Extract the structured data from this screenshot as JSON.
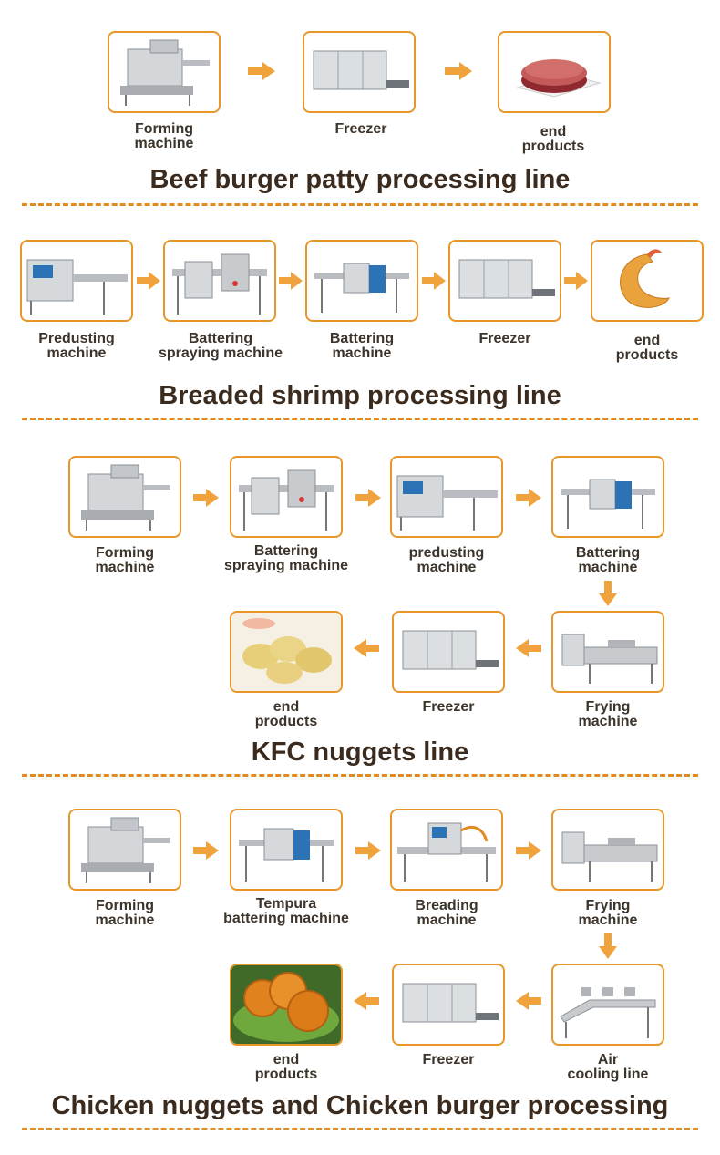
{
  "colors": {
    "accent": "#e8962a",
    "divider": "#e08a20",
    "title": "#3b2b1e"
  },
  "sections": [
    {
      "title": "Beef burger patty processing line",
      "steps": [
        {
          "label": "Forming\nmachine",
          "image": "forming-machine"
        },
        {
          "label": "Freezer",
          "image": "freezer"
        },
        {
          "label": "end\nproducts",
          "image": "burger-patty"
        }
      ]
    },
    {
      "title": "Breaded shrimp processing line",
      "steps": [
        {
          "label": "Predusting\nmachine",
          "image": "predusting-machine"
        },
        {
          "label": "Battering\nspraying machine",
          "image": "battering-spraying-machine"
        },
        {
          "label": "Battering\nmachine",
          "image": "battering-machine"
        },
        {
          "label": "Freezer",
          "image": "freezer"
        },
        {
          "label": "end\nproducts",
          "image": "breaded-shrimp"
        }
      ]
    },
    {
      "title": "KFC nuggets line",
      "steps": [
        {
          "label": "Forming\nmachine",
          "image": "forming-machine"
        },
        {
          "label": "Battering\nspraying machine",
          "image": "battering-spraying-machine"
        },
        {
          "label": "predusting\nmachine",
          "image": "predusting-machine"
        },
        {
          "label": "Battering\nmachine",
          "image": "battering-machine"
        },
        {
          "label": "Frying\nmachine",
          "image": "frying-machine"
        },
        {
          "label": "Freezer",
          "image": "freezer"
        },
        {
          "label": "end\nproducts",
          "image": "kfc-nuggets"
        }
      ]
    },
    {
      "title": "Chicken nuggets and Chicken burger processing",
      "steps": [
        {
          "label": "Forming\nmachine",
          "image": "forming-machine"
        },
        {
          "label": "Tempura\nbattering machine",
          "image": "tempura-battering-machine"
        },
        {
          "label": "Breading\nmachine",
          "image": "breading-machine"
        },
        {
          "label": "Frying\nmachine",
          "image": "frying-machine"
        },
        {
          "label": "Air\ncooling line",
          "image": "air-cooling-line"
        },
        {
          "label": "Freezer",
          "image": "freezer"
        },
        {
          "label": "end\nproducts",
          "image": "chicken-burgers"
        }
      ]
    }
  ]
}
